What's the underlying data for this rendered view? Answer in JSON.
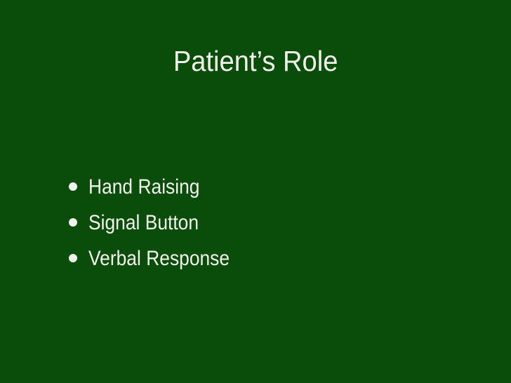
{
  "slide": {
    "background_color": "#0A4C0A",
    "text_color": "#F2F2EC",
    "title": "Patient’s Role",
    "bullets": [
      {
        "label": "Hand Raising"
      },
      {
        "label": "Signal Button"
      },
      {
        "label": "Verbal Response"
      }
    ]
  }
}
